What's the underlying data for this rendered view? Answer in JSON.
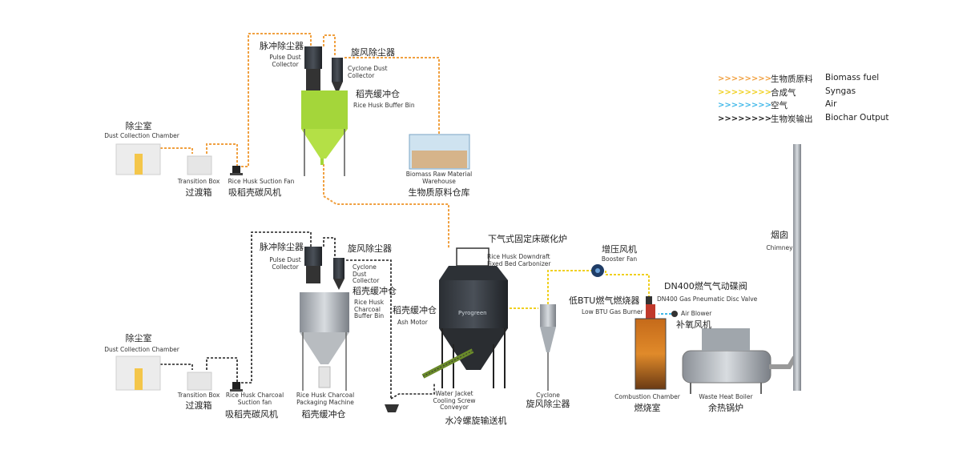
{
  "legend": [
    {
      "cn": "生物质原料",
      "en": "Biomass fuel",
      "color": "#f0a040"
    },
    {
      "cn": "合成气",
      "en": "Syngas",
      "color": "#f0d020"
    },
    {
      "cn": "空气",
      "en": "Air",
      "color": "#40b8e8"
    },
    {
      "cn": "生物炭输出",
      "en": "Biochar Output",
      "color": "#222222"
    }
  ],
  "top_line": {
    "pulse_collector": {
      "cn": "脉冲除尘器",
      "en": "Pulse Dust Collector"
    },
    "cyclone_collector": {
      "cn": "旋风除尘器",
      "en": "Cyclone Dust Collector"
    },
    "buffer_bin": {
      "cn": "稻壳缓冲仓",
      "en": "Rice Husk Buffer Bin"
    },
    "dust_chamber": {
      "cn": "除尘室",
      "en": "Dust Collection Chamber"
    },
    "transition_box": {
      "cn": "过渡箱",
      "en": "Transition Box"
    },
    "suction_fan": {
      "cn": "吸稻壳碳风机",
      "en": "Rice Husk Suction Fan"
    },
    "warehouse": {
      "cn": "生物质原料仓库",
      "en": "Biomass Raw Material Warehouse"
    }
  },
  "bottom_line": {
    "pulse_collector": {
      "cn": "脉冲除尘器",
      "en": "Pulse Dust Collector"
    },
    "cyclone_collector": {
      "cn": "旋风除尘器",
      "en": "Cyclone Dust Collector"
    },
    "buffer_bin": {
      "cn": "稻壳缓冲仓",
      "en": "Rice Husk Charcoal Buffer Bin"
    },
    "dust_chamber": {
      "cn": "除尘室",
      "en": "Dust Collection Chamber"
    },
    "transition_box": {
      "cn": "过渡箱",
      "en": "Transition Box"
    },
    "suction_fan": {
      "cn": "吸稻壳碳风机",
      "en": "Rice Husk Charcoal Suction fan"
    },
    "packaging": {
      "cn": "稻壳缓冲仓",
      "en": "Rice Husk Charcoal Packaging Machine"
    }
  },
  "carbonizer": {
    "cn": "下气式固定床碳化炉",
    "en": "Rice Husk Downdraft Fixed Bed Carbonizer",
    "brand": "Pyrogreen"
  },
  "ash_motor": {
    "cn": "稻壳缓冲仓",
    "en": "Ash Motor"
  },
  "screw_conveyor": {
    "cn": "水冷螺旋输送机",
    "en": "Water Jacket Cooling Screw Conveyor"
  },
  "cyclone": {
    "cn": "旋风除尘器",
    "en": "Cyclone"
  },
  "booster_fan": {
    "cn": "增压风机",
    "en": "Booster Fan"
  },
  "disc_valve": {
    "cn": "DN400燃气气动碟阀",
    "en": "DN400 Gas Pneumatic Disc Valve"
  },
  "burner": {
    "cn": "低BTU燃气燃烧器",
    "en": "Low BTU Gas Burner"
  },
  "air_blower": {
    "cn": "补氧风机",
    "en": "Air Blower"
  },
  "combustion": {
    "cn": "燃烧室",
    "en": "Combustion Chamber"
  },
  "boiler": {
    "cn": "余热锅炉",
    "en": "Waste Heat Boiler"
  },
  "chimney": {
    "cn": "烟囱",
    "en": "Chimney"
  }
}
